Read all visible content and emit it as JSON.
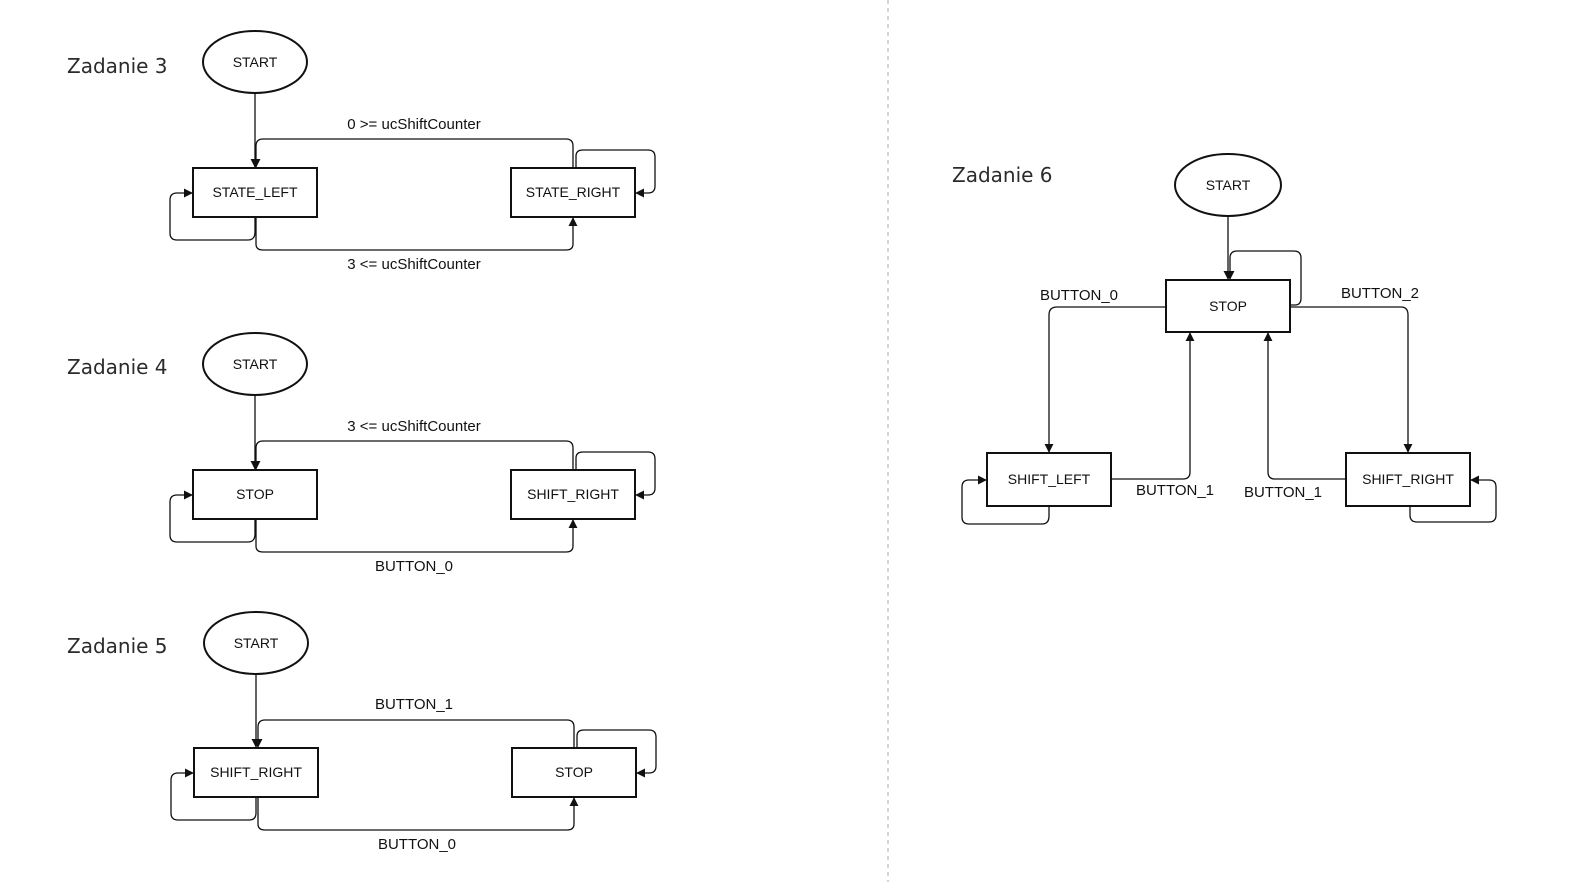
{
  "colors": {
    "stroke": "#111111",
    "background": "#ffffff",
    "heading": "#2b2b2b",
    "divider": "#c8c8c8"
  },
  "diagrams": [
    {
      "heading": "Zadanie 3",
      "start": "START",
      "left_state": "STATE_LEFT",
      "right_state": "STATE_RIGHT",
      "top_transition": "0 >= ucShiftCounter",
      "bottom_transition": "3 <= ucShiftCounter"
    },
    {
      "heading": "Zadanie 4",
      "start": "START",
      "left_state": "STOP",
      "right_state": "SHIFT_RIGHT",
      "top_transition": "3 <= ucShiftCounter",
      "bottom_transition": "BUTTON_0"
    },
    {
      "heading": "Zadanie 5",
      "start": "START",
      "left_state": "SHIFT_RIGHT",
      "right_state": "STOP",
      "top_transition": "BUTTON_1",
      "bottom_transition": "BUTTON_0"
    }
  ],
  "diagram6": {
    "heading": "Zadanie 6",
    "start": "START",
    "center_state": "STOP",
    "left_state": "SHIFT_LEFT",
    "right_state": "SHIFT_RIGHT",
    "to_left_transition": "BUTTON_0",
    "to_right_transition": "BUTTON_2",
    "left_back_transition": "BUTTON_1",
    "right_back_transition": "BUTTON_1"
  }
}
